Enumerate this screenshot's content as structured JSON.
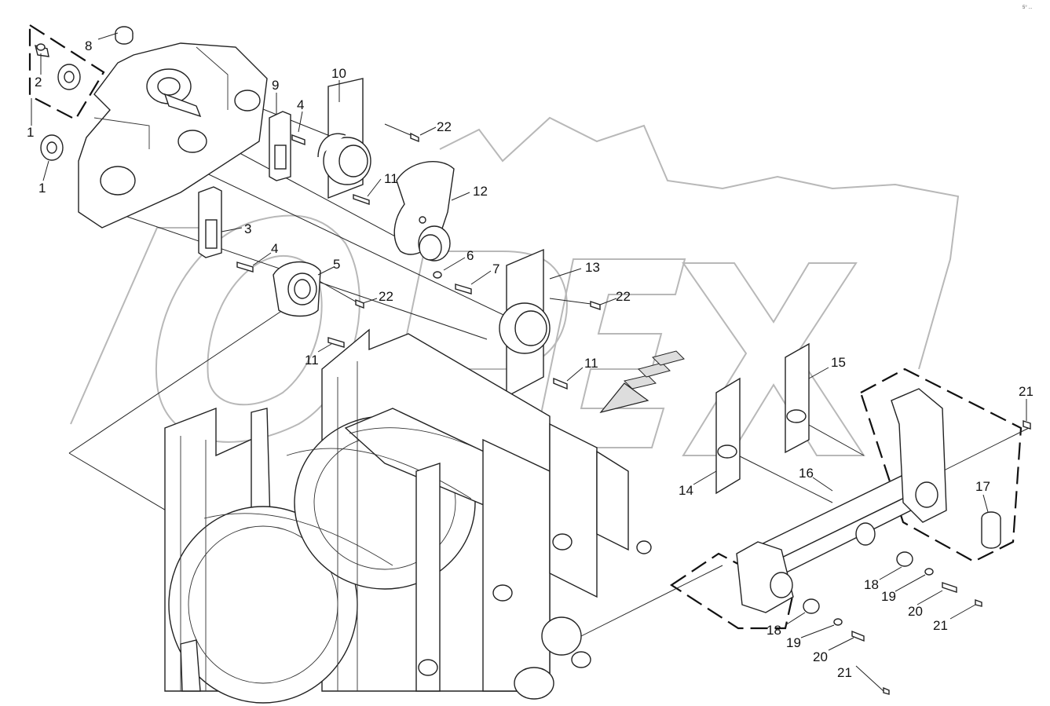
{
  "diagram": {
    "watermark": "OPEX",
    "reference_code": "5° ...",
    "callouts": [
      {
        "id": "c1a",
        "label": "1"
      },
      {
        "id": "c1b",
        "label": "1"
      },
      {
        "id": "c2",
        "label": "2"
      },
      {
        "id": "c3",
        "label": "3"
      },
      {
        "id": "c4a",
        "label": "4"
      },
      {
        "id": "c4b",
        "label": "4"
      },
      {
        "id": "c5",
        "label": "5"
      },
      {
        "id": "c6",
        "label": "6"
      },
      {
        "id": "c7",
        "label": "7"
      },
      {
        "id": "c8",
        "label": "8"
      },
      {
        "id": "c9",
        "label": "9"
      },
      {
        "id": "c10",
        "label": "10"
      },
      {
        "id": "c11a",
        "label": "11"
      },
      {
        "id": "c11b",
        "label": "11"
      },
      {
        "id": "c11c",
        "label": "11"
      },
      {
        "id": "c12",
        "label": "12"
      },
      {
        "id": "c13",
        "label": "13"
      },
      {
        "id": "c14",
        "label": "14"
      },
      {
        "id": "c15",
        "label": "15"
      },
      {
        "id": "c16",
        "label": "16"
      },
      {
        "id": "c17",
        "label": "17"
      },
      {
        "id": "c18a",
        "label": "18"
      },
      {
        "id": "c18b",
        "label": "18"
      },
      {
        "id": "c19a",
        "label": "19"
      },
      {
        "id": "c19b",
        "label": "19"
      },
      {
        "id": "c20a",
        "label": "20"
      },
      {
        "id": "c20b",
        "label": "20"
      },
      {
        "id": "c21a",
        "label": "21"
      },
      {
        "id": "c21b",
        "label": "21"
      },
      {
        "id": "c21c",
        "label": "21"
      },
      {
        "id": "c22a",
        "label": "22"
      },
      {
        "id": "c22b",
        "label": "22"
      },
      {
        "id": "c22c",
        "label": "22"
      }
    ]
  }
}
